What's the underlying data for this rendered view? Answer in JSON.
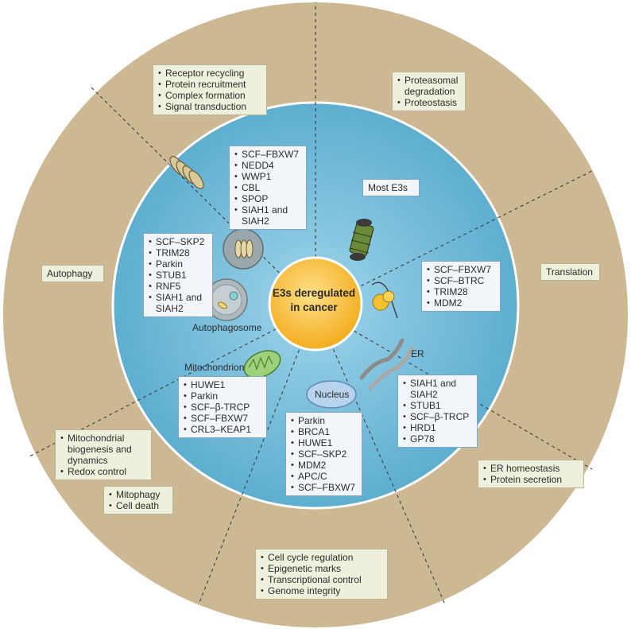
{
  "colors": {
    "outer_ring": "#cdb894",
    "inner_disc": "#69b7d6",
    "center_circle": "#f7b928",
    "outer_box_bg": "#eef0dc",
    "inner_box_bg": "#f2f6fb"
  },
  "center": {
    "line1": "E3s deregulated",
    "line2": "in cancer"
  },
  "outer_functions": {
    "receptor_box": [
      "Receptor recycling",
      "Protein recruitment",
      "Complex formation",
      "Signal transduction"
    ],
    "proteasome_box": [
      "Proteasomal degradation",
      "Proteostasis"
    ],
    "translation": "Translation",
    "er_box": [
      "ER homeostasis",
      "Protein secretion"
    ],
    "nucleus_box": [
      "Cell cycle regulation",
      "Epigenetic marks",
      "Transcriptional control",
      "Genome integrity"
    ],
    "mito_box1": [
      "Mitochondrial biogenesis and dynamics",
      "Redox control"
    ],
    "mito_box2": [
      "Mitophagy",
      "Cell death"
    ],
    "autophagy": "Autophagy"
  },
  "inner_e3s": {
    "membrane": [
      "SCF–FBXW7",
      "NEDD4",
      "WWP1",
      "CBL",
      "SPOP",
      "SIAH1 and SIAH2"
    ],
    "proteasome": "Most E3s",
    "translation": [
      "SCF–FBXW7",
      "SCF–BTRC",
      "TRIM28",
      "MDM2"
    ],
    "er": [
      "SIAH1 and SIAH2",
      "STUB1",
      "SCF–β-TRCP",
      "HRD1",
      "GP78"
    ],
    "nucleus": [
      "Parkin",
      "BRCA1",
      "HUWE1",
      "SCF–SKP2",
      "MDM2",
      "APC/C",
      "SCF–FBXW7"
    ],
    "mitochondrion": [
      "HUWE1",
      "Parkin",
      "SCF–β-TRCP",
      "SCF–FBXW7",
      "CRL3–KEAP1"
    ],
    "autophagosome": [
      "SCF–SKP2",
      "TRIM28",
      "Parkin",
      "STUB1",
      "RNF5",
      "SIAH1 and SIAH2"
    ]
  },
  "organelle_labels": {
    "autophagosome": "Autophagosome",
    "mitochondrion": "Mitochondrion",
    "nucleus": "Nucleus",
    "er": "ER"
  }
}
